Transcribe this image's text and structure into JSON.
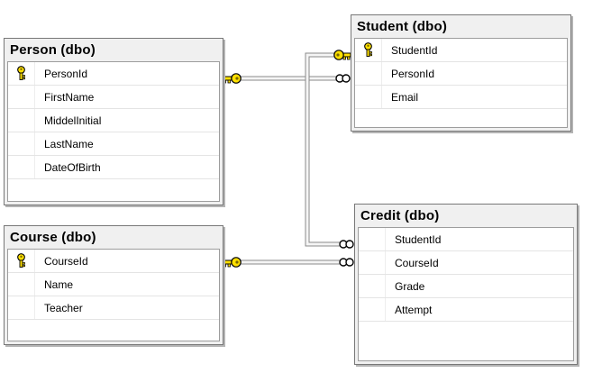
{
  "diagram_type": "database-diagram",
  "tables": [
    {
      "id": "person",
      "title": "Person (dbo)",
      "fields": [
        {
          "name": "PersonId",
          "pk": true,
          "icon": "primary-key-icon"
        },
        {
          "name": "FirstName",
          "pk": false
        },
        {
          "name": "MiddelInitial",
          "pk": false
        },
        {
          "name": "LastName",
          "pk": false
        },
        {
          "name": "DateOfBirth",
          "pk": false
        }
      ]
    },
    {
      "id": "student",
      "title": "Student (dbo)",
      "fields": [
        {
          "name": "StudentId",
          "pk": true,
          "icon": "primary-key-icon"
        },
        {
          "name": "PersonId",
          "pk": false
        },
        {
          "name": "Email",
          "pk": false
        }
      ]
    },
    {
      "id": "course",
      "title": "Course (dbo)",
      "fields": [
        {
          "name": "CourseId",
          "pk": true,
          "icon": "primary-key-icon"
        },
        {
          "name": "Name",
          "pk": false
        },
        {
          "name": "Teacher",
          "pk": false
        }
      ]
    },
    {
      "id": "credit",
      "title": "Credit (dbo)",
      "fields": [
        {
          "name": "StudentId",
          "pk": false
        },
        {
          "name": "CourseId",
          "pk": false
        },
        {
          "name": "Grade",
          "pk": false
        },
        {
          "name": "Attempt",
          "pk": false
        }
      ]
    }
  ],
  "relationships": [
    {
      "from_table": "Person",
      "from_field": "PersonId",
      "from_icon": "key-icon",
      "to_table": "Student",
      "to_field": "PersonId",
      "to_icon": "infinity-icon",
      "cardinality": "one-to-many"
    },
    {
      "from_table": "Student",
      "from_field": "StudentId",
      "from_icon": "key-icon",
      "to_table": "Credit",
      "to_field": "StudentId",
      "to_icon": "infinity-icon",
      "cardinality": "one-to-many"
    },
    {
      "from_table": "Course",
      "from_field": "CourseId",
      "from_icon": "key-icon",
      "to_table": "Credit",
      "to_field": "CourseId",
      "to_icon": "infinity-icon",
      "cardinality": "one-to-many"
    }
  ],
  "colors": {
    "canvas_bg": "#ffffff",
    "table_header_bg": "#f0f0f0",
    "table_border": "#787878",
    "grid_border": "#9d9d9d",
    "row_separator": "#e4e4e4",
    "pipe_edge": "#8a8a8a",
    "pipe_core": "#f5f5f5",
    "key_yellow": "#ffe000",
    "text": "#000000"
  }
}
